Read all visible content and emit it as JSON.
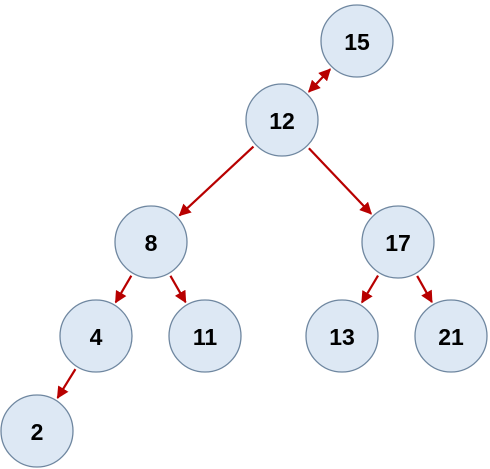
{
  "colors": {
    "edge": "#b80000",
    "node_fill": "#dde8f4",
    "node_stroke": "#6f87a0",
    "label": "#000000"
  },
  "nodes": [
    {
      "id": "n15",
      "label": "15"
    },
    {
      "id": "n12",
      "label": "12"
    },
    {
      "id": "n8",
      "label": "8"
    },
    {
      "id": "n17",
      "label": "17"
    },
    {
      "id": "n4",
      "label": "4"
    },
    {
      "id": "n11",
      "label": "11"
    },
    {
      "id": "n13",
      "label": "13"
    },
    {
      "id": "n21",
      "label": "21"
    },
    {
      "id": "n2",
      "label": "2"
    }
  ],
  "edges": [
    {
      "from": "n12",
      "to": "n15",
      "bidirectional": true
    },
    {
      "from": "n12",
      "to": "n8"
    },
    {
      "from": "n12",
      "to": "n17"
    },
    {
      "from": "n8",
      "to": "n4"
    },
    {
      "from": "n8",
      "to": "n11"
    },
    {
      "from": "n17",
      "to": "n13"
    },
    {
      "from": "n17",
      "to": "n21"
    },
    {
      "from": "n4",
      "to": "n2"
    }
  ]
}
